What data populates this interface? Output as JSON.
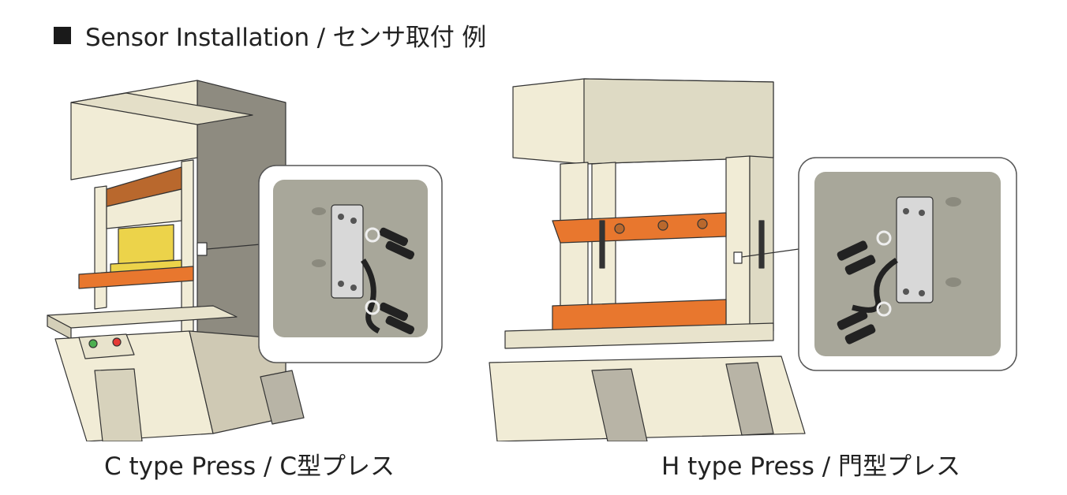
{
  "header": {
    "bullet_icon": "black-square-icon",
    "title": "Sensor Installation / センサ取付 例"
  },
  "figures": [
    {
      "id": "c-type",
      "caption": "C type Press / C型プレス"
    },
    {
      "id": "h-type",
      "caption": "H type Press / 門型プレス"
    }
  ],
  "colors": {
    "frame": "#f1ecd6",
    "frame_shadow": "#cfc9b4",
    "frame_dark": "#9a968a",
    "orange": "#e8772e",
    "yellow": "#ecd34a",
    "callout_bg": "#a8a79a",
    "outline": "#333333"
  }
}
